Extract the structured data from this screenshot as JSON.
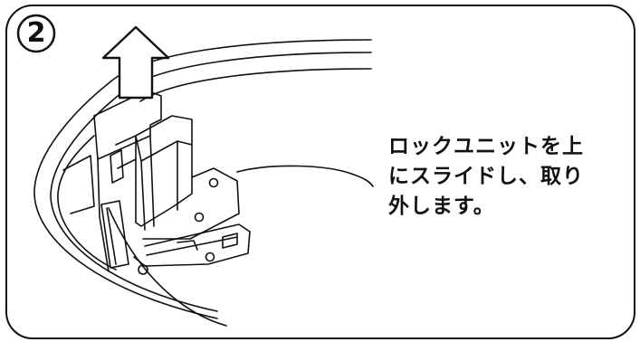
{
  "step": {
    "number": "2",
    "badge_icon": "circled-number-icon"
  },
  "illustration": {
    "subject": "lock-unit",
    "arrow_icon": "up-arrow-icon",
    "line_color": "#111111",
    "background": "#ffffff"
  },
  "caption": {
    "lines": [
      "ロックユニットを上",
      "にスライドし、取り",
      "外します。"
    ]
  }
}
